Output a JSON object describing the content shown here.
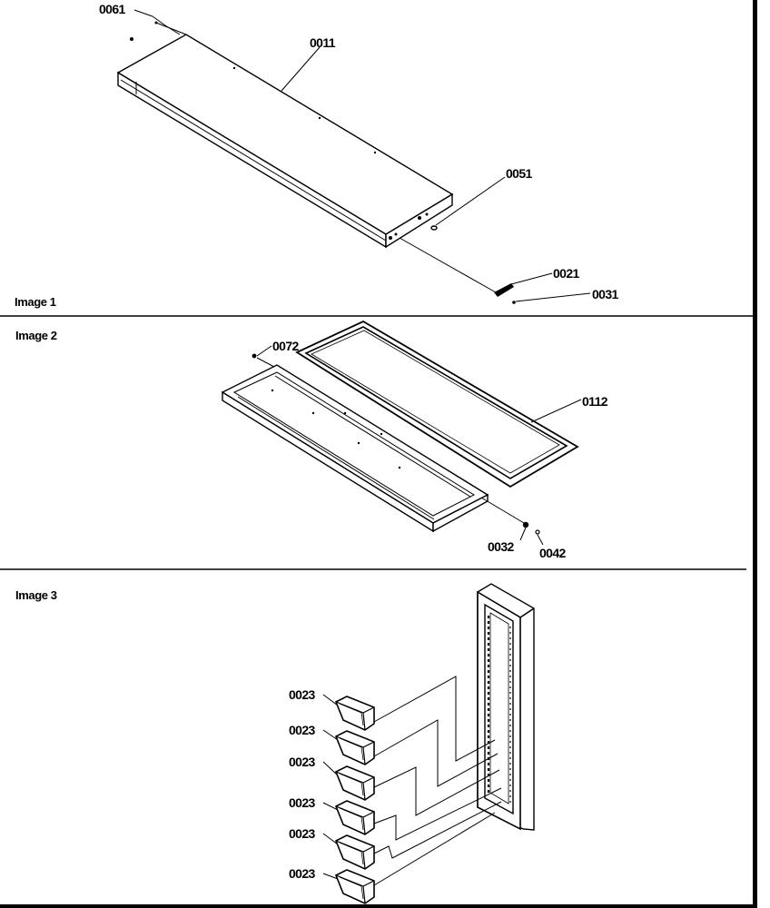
{
  "sections": [
    {
      "title": "Image 1",
      "callouts": {
        "p0061": "0061",
        "p0011": "0011",
        "p0051": "0051",
        "p0021": "0021",
        "p0031": "0031"
      }
    },
    {
      "title": "Image 2",
      "callouts": {
        "p0072": "0072",
        "p0112": "0112",
        "p0032": "0032",
        "p0042": "0042"
      }
    },
    {
      "title": "Image 3",
      "callouts": {
        "bin_labels": [
          "0023",
          "0023",
          "0023",
          "0023",
          "0023",
          "0023"
        ]
      }
    }
  ]
}
